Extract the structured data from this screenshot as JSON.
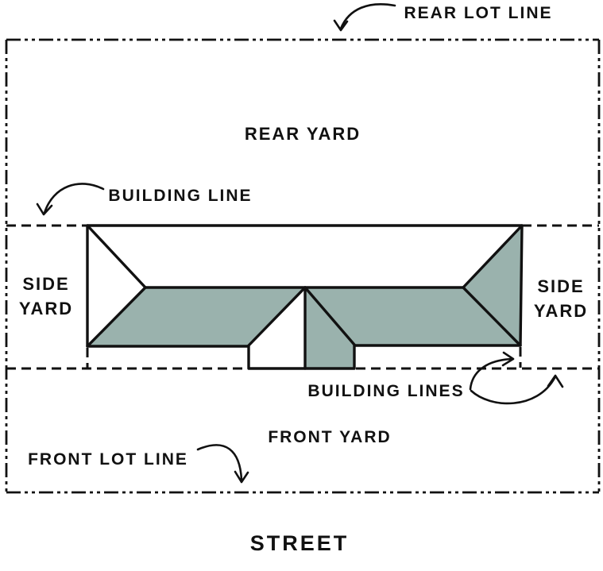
{
  "colors": {
    "background": "#ffffff",
    "ink": "#111111",
    "roof_shade": "#9ab2ad",
    "roof_light": "#ffffff"
  },
  "labels": {
    "rear_lot_line": "REAR LOT LINE",
    "rear_yard": "REAR YARD",
    "building_line": "BUILDING LINE",
    "side_yard_left_line1": "SIDE",
    "side_yard_left_line2": "YARD",
    "side_yard_right_line1": "SIDE",
    "side_yard_right_line2": "YARD",
    "building_lines": "BUILDING LINES",
    "front_yard": "FRONT YARD",
    "front_lot_line": "FRONT LOT LINE",
    "street": "STREET"
  }
}
